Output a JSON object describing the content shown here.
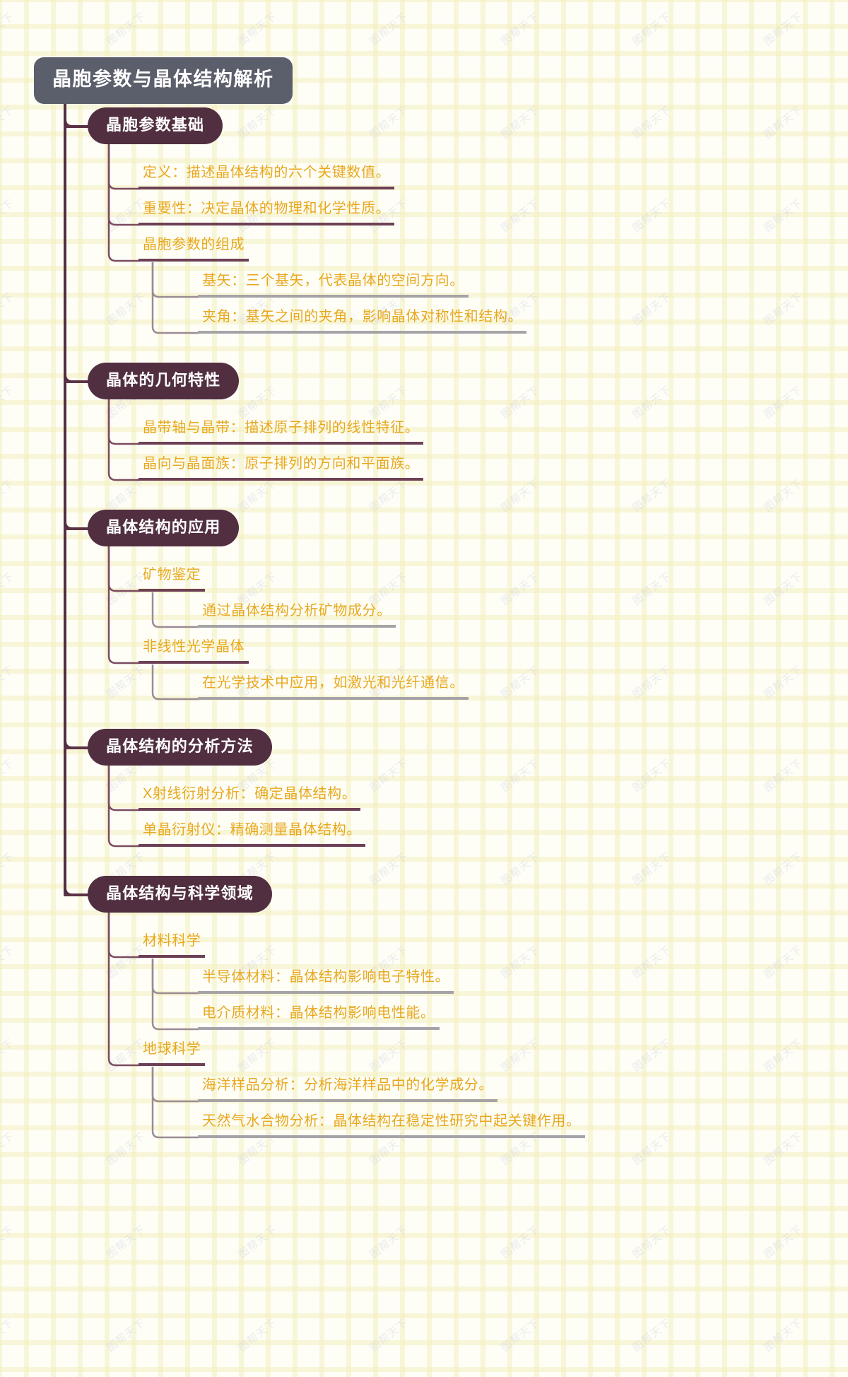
{
  "meta": {
    "watermark_text": "图帮天下",
    "colors": {
      "root_bg": "#5b5f6b",
      "branch_bg": "#512f41",
      "leaf_text": "#e8a81e",
      "rule_level3": "#6d4055",
      "rule_level4": "#a6a3a8",
      "page_bg": "#fefef7",
      "grid_line": "#f3eec0"
    }
  },
  "mindmap": {
    "root": {
      "label": "晶胞参数与晶体结构解析"
    },
    "branches": [
      {
        "label": "晶胞参数基础",
        "children": [
          {
            "label": "定义：描述晶体结构的六个关键数值。",
            "depth": 3,
            "children": []
          },
          {
            "label": "重要性：决定晶体的物理和化学性质。",
            "depth": 3,
            "children": []
          },
          {
            "label": "晶胞参数的组成",
            "depth": 3,
            "children": [
              {
                "label": "基矢：三个基矢，代表晶体的空间方向。",
                "depth": 4
              },
              {
                "label": "夹角：基矢之间的夹角，影响晶体对称性和结构。",
                "depth": 4
              }
            ]
          }
        ]
      },
      {
        "label": "晶体的几何特性",
        "children": [
          {
            "label": "晶带轴与晶带：描述原子排列的线性特征。",
            "depth": 3,
            "children": []
          },
          {
            "label": "晶向与晶面族：原子排列的方向和平面族。",
            "depth": 3,
            "children": []
          }
        ]
      },
      {
        "label": "晶体结构的应用",
        "children": [
          {
            "label": "矿物鉴定",
            "depth": 3,
            "children": [
              {
                "label": "通过晶体结构分析矿物成分。",
                "depth": 4
              }
            ]
          },
          {
            "label": "非线性光学晶体",
            "depth": 3,
            "children": [
              {
                "label": "在光学技术中应用，如激光和光纤通信。",
                "depth": 4
              }
            ]
          }
        ]
      },
      {
        "label": "晶体结构的分析方法",
        "children": [
          {
            "label": "X射线衍射分析：确定晶体结构。",
            "depth": 3,
            "children": []
          },
          {
            "label": "单晶衍射仪：精确测量晶体结构。",
            "depth": 3,
            "children": []
          }
        ]
      },
      {
        "label": "晶体结构与科学领域",
        "children": [
          {
            "label": "材料科学",
            "depth": 3,
            "children": [
              {
                "label": "半导体材料：晶体结构影响电子特性。",
                "depth": 4
              },
              {
                "label": "电介质材料：晶体结构影响电性能。",
                "depth": 4
              }
            ]
          },
          {
            "label": "地球科学",
            "depth": 3,
            "children": [
              {
                "label": "海洋样品分析：分析海洋样品中的化学成分。",
                "depth": 4
              },
              {
                "label": "天然气水合物分析：晶体结构在稳定性研究中起关键作用。",
                "depth": 4
              }
            ]
          }
        ]
      }
    ]
  }
}
